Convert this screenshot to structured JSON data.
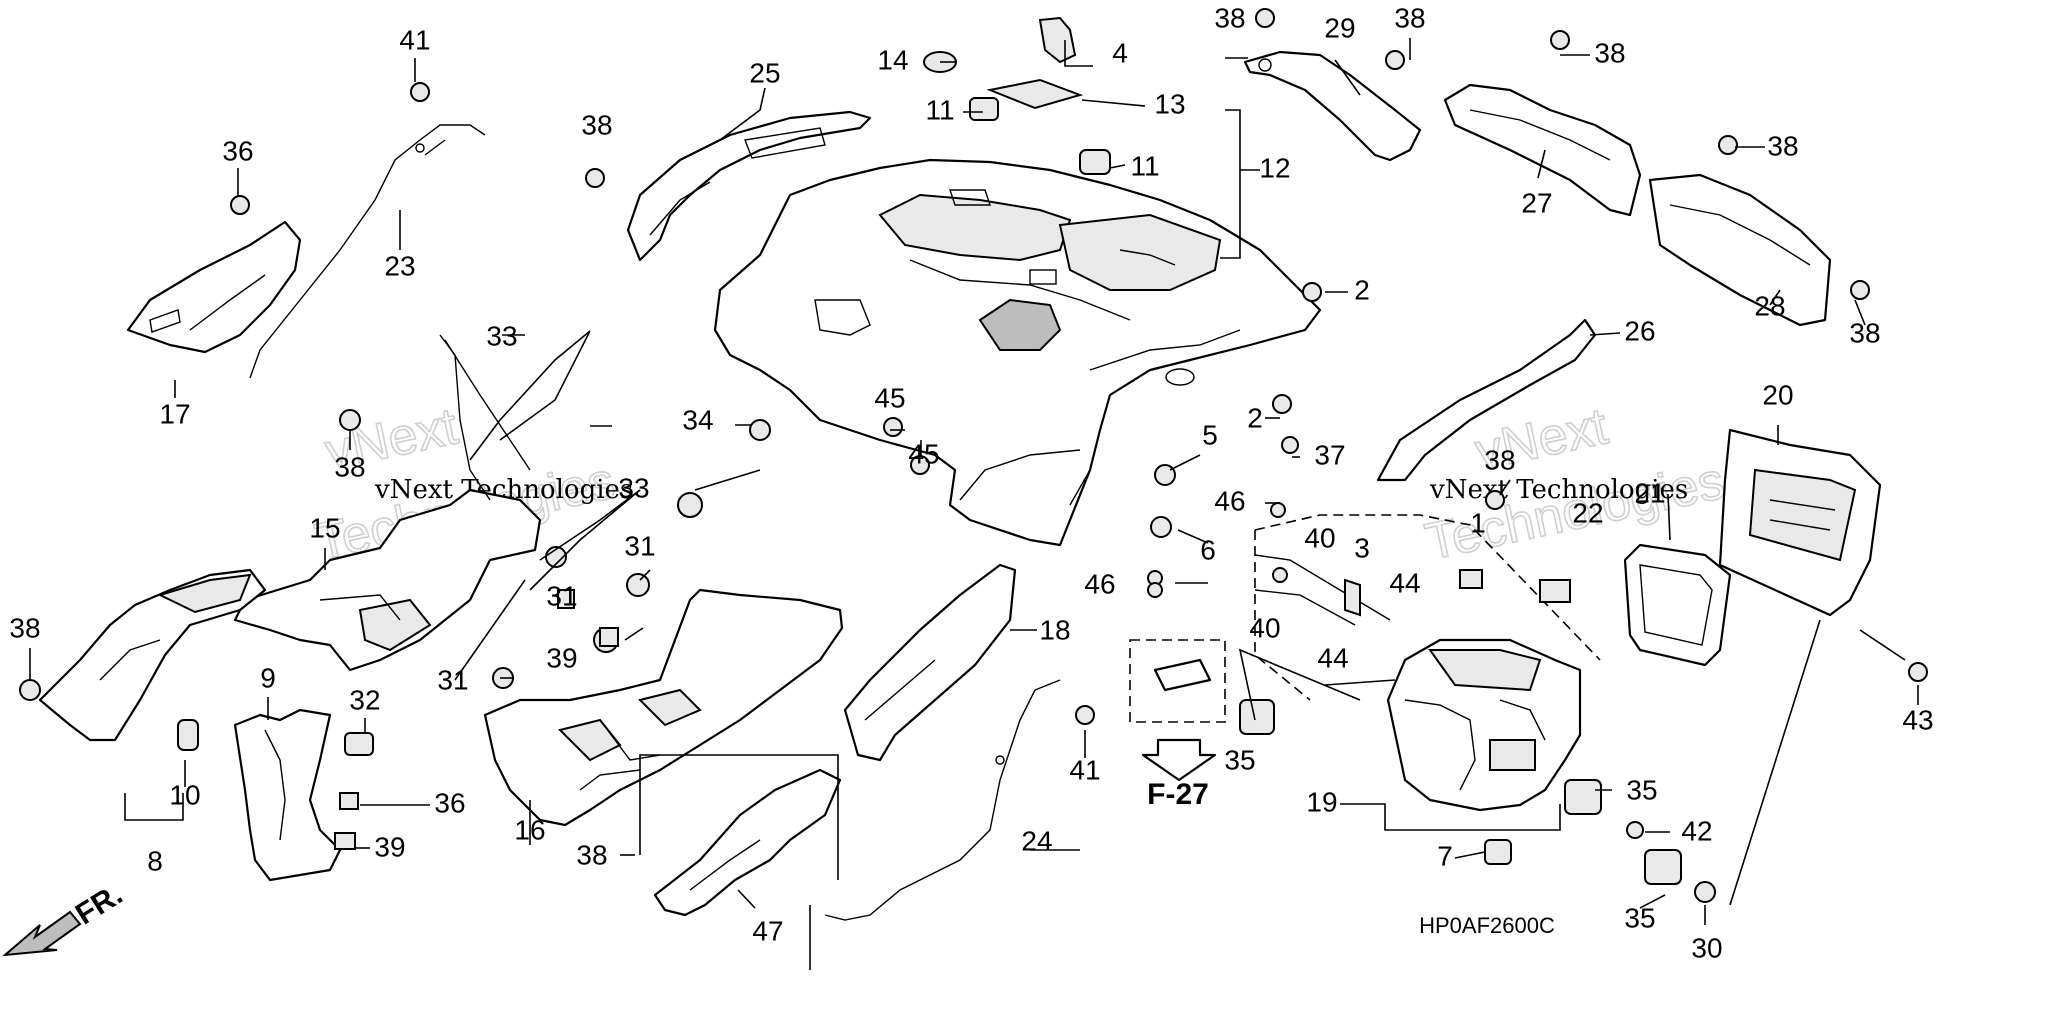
{
  "diagram": {
    "code": "HP0AF2600C",
    "direction_label": "FR.",
    "reference_label": "F-27",
    "watermarks": [
      {
        "text": "vNext Technologies"
      },
      {
        "text": "vNext Technologies"
      }
    ],
    "callouts": [
      {
        "id": "c-41-top",
        "text": "41"
      },
      {
        "id": "c-36-top",
        "text": "36"
      },
      {
        "id": "c-23",
        "text": "23"
      },
      {
        "id": "c-17",
        "text": "17"
      },
      {
        "id": "c-33-a",
        "text": "33"
      },
      {
        "id": "c-38-l",
        "text": "38"
      },
      {
        "id": "c-15",
        "text": "15"
      },
      {
        "id": "c-33-b",
        "text": "33"
      },
      {
        "id": "c-31-a",
        "text": "31"
      },
      {
        "id": "c-31-b",
        "text": "31"
      },
      {
        "id": "c-39-a",
        "text": "39"
      },
      {
        "id": "c-38-far-left",
        "text": "38"
      },
      {
        "id": "c-10",
        "text": "10"
      },
      {
        "id": "c-8",
        "text": "8"
      },
      {
        "id": "c-9",
        "text": "9"
      },
      {
        "id": "c-32",
        "text": "32"
      },
      {
        "id": "c-36-mid",
        "text": "36"
      },
      {
        "id": "c-39-b",
        "text": "39"
      },
      {
        "id": "c-31-c",
        "text": "31"
      },
      {
        "id": "c-16",
        "text": "16"
      },
      {
        "id": "c-38-bottom",
        "text": "38"
      },
      {
        "id": "c-47",
        "text": "47"
      },
      {
        "id": "c-38-top-mid",
        "text": "38"
      },
      {
        "id": "c-25",
        "text": "25"
      },
      {
        "id": "c-14",
        "text": "14"
      },
      {
        "id": "c-4",
        "text": "4"
      },
      {
        "id": "c-11-a",
        "text": "11"
      },
      {
        "id": "c-13",
        "text": "13"
      },
      {
        "id": "c-11-b",
        "text": "11"
      },
      {
        "id": "c-12",
        "text": "12"
      },
      {
        "id": "c-34",
        "text": "34"
      },
      {
        "id": "c-45-a",
        "text": "45"
      },
      {
        "id": "c-45-b",
        "text": "45"
      },
      {
        "id": "c-18",
        "text": "18"
      },
      {
        "id": "c-41-mid",
        "text": "41"
      },
      {
        "id": "c-24",
        "text": "24"
      },
      {
        "id": "c-2-a",
        "text": "2"
      },
      {
        "id": "c-2-b",
        "text": "2"
      },
      {
        "id": "c-5",
        "text": "5"
      },
      {
        "id": "c-37",
        "text": "37"
      },
      {
        "id": "c-46-a",
        "text": "46"
      },
      {
        "id": "c-6",
        "text": "6"
      },
      {
        "id": "c-46-b",
        "text": "46"
      },
      {
        "id": "c-38-top-right-a",
        "text": "38"
      },
      {
        "id": "c-29",
        "text": "29"
      },
      {
        "id": "c-38-top-right-b",
        "text": "38"
      },
      {
        "id": "c-38-top-right-c",
        "text": "38"
      },
      {
        "id": "c-27",
        "text": "27"
      },
      {
        "id": "c-38-right-a",
        "text": "38"
      },
      {
        "id": "c-28",
        "text": "28"
      },
      {
        "id": "c-38-right-b",
        "text": "38"
      },
      {
        "id": "c-26",
        "text": "26"
      },
      {
        "id": "c-38-mid-right",
        "text": "38"
      },
      {
        "id": "c-1",
        "text": "1"
      },
      {
        "id": "c-40-a",
        "text": "40"
      },
      {
        "id": "c-3",
        "text": "3"
      },
      {
        "id": "c-40-b",
        "text": "40"
      },
      {
        "id": "c-44-a",
        "text": "44"
      },
      {
        "id": "c-44-b",
        "text": "44"
      },
      {
        "id": "c-22",
        "text": "22"
      },
      {
        "id": "c-35-a",
        "text": "35"
      },
      {
        "id": "c-19",
        "text": "19"
      },
      {
        "id": "c-35-b",
        "text": "35"
      },
      {
        "id": "c-42",
        "text": "42"
      },
      {
        "id": "c-7",
        "text": "7"
      },
      {
        "id": "c-35-c",
        "text": "35"
      },
      {
        "id": "c-30",
        "text": "30"
      },
      {
        "id": "c-20",
        "text": "20"
      },
      {
        "id": "c-21",
        "text": "21"
      },
      {
        "id": "c-43",
        "text": "43"
      }
    ]
  }
}
